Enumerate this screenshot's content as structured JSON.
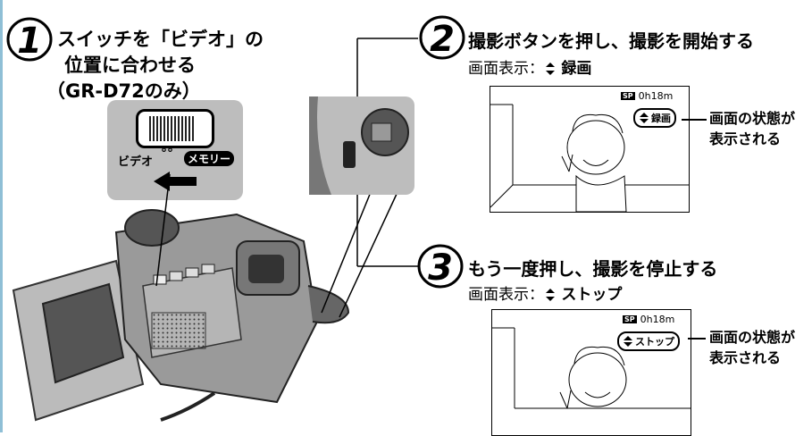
{
  "step1": {
    "number": "1",
    "title_line1": "スイッチを「ビデオ」の",
    "title_line2": "位置に合わせる",
    "title_line3": "（GR-D72のみ）",
    "switch_label_left": "ビデオ",
    "switch_label_right": "メモリー"
  },
  "step2": {
    "number": "2",
    "title": "撮影ボタンを押し、撮影を開始する",
    "display_prefix": "画面表示：",
    "display_value": "録画",
    "screen": {
      "sp_badge": "SP",
      "time": "0h18m",
      "status": "録画"
    },
    "note_line1": "画面の状態が",
    "note_line2": "表示される"
  },
  "step3": {
    "number": "3",
    "title": "もう一度押し、撮影を停止する",
    "display_prefix": "画面表示：",
    "display_value": "ストップ",
    "screen": {
      "sp_badge": "SP",
      "time": "0h18m",
      "status": "ストップ"
    },
    "note_line1": "画面の状態が",
    "note_line2": "表示される"
  },
  "colors": {
    "panel_gray": "#bdbdbd",
    "camera_gray": "#9a9a9a",
    "camera_dark": "#4a4a4a"
  }
}
